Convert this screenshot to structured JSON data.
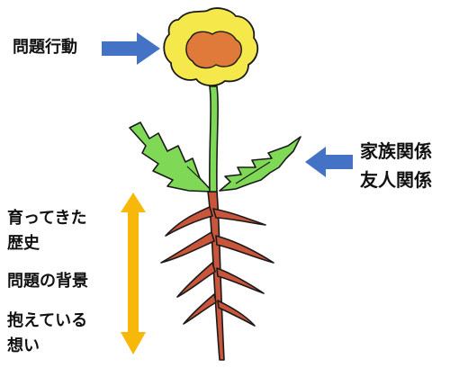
{
  "labels": {
    "behavior": "問題行動",
    "relations_family": "家族関係",
    "relations_friends": "友人関係",
    "root_history_line1": "育ってきた",
    "root_history_line2": "歴史",
    "root_background": "問題の背景",
    "root_feelings_line1": "抱えている",
    "root_feelings_line2": "想い"
  },
  "colors": {
    "arrow_blue": "#4472C4",
    "arrow_yellow": "#F7B80A",
    "petal_yellow": "#F5E84A",
    "flower_center": "#E07A3A",
    "stem_green": "#7ED957",
    "leaf_green": "#7FD957",
    "root_orange": "#C9553A",
    "outline": "#1a1a1a"
  },
  "icons": {
    "flower": "dandelion-flower",
    "leaves": "leaf",
    "roots": "root",
    "arrow_right": "arrow-right-icon",
    "arrow_left": "arrow-left-icon",
    "arrow_double_vertical": "arrow-up-down-icon"
  }
}
